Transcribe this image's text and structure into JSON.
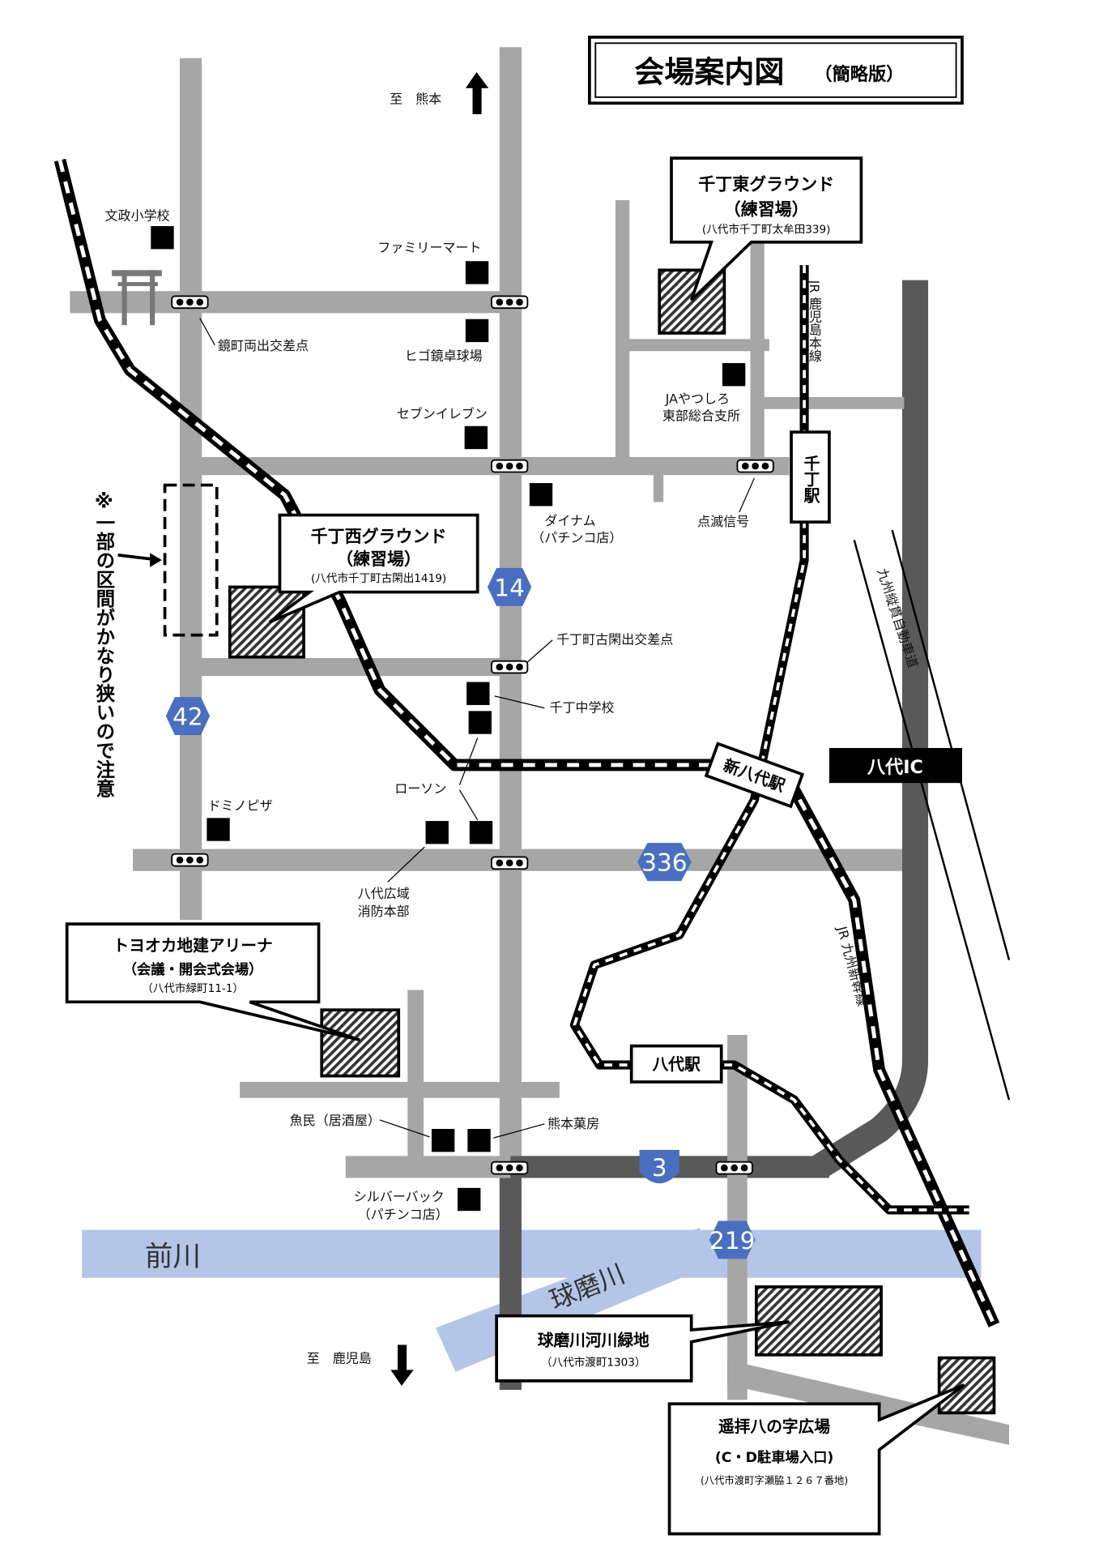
{
  "title": "会場案内図",
  "title_sub": "（簡略版）",
  "direction_north": "至　熊本",
  "direction_south": "至　鹿児島",
  "venues": {
    "east_ground": {
      "name": "千丁東グラウンド",
      "sub": "（練習場）",
      "address": "(八代市千丁町太牟田339)"
    },
    "west_ground": {
      "name": "千丁西グラウンド",
      "sub": "（練習場）",
      "address": "(八代市千丁町古閑出1419)"
    },
    "arena": {
      "name": "トヨオカ地建アリーナ",
      "sub": "（会議・開会式会場）",
      "address": "（八代市緑町11-1）"
    },
    "riverside": {
      "name": "球磨川河川緑地",
      "address": "（八代市渡町1303）"
    },
    "youhai": {
      "name": "遥拝八の字広場",
      "sub": "(C・D駐車場入口)",
      "address": "(八代市渡町字瀬脇１２６７番地)"
    }
  },
  "landmarks": {
    "bunsei": "文政小学校",
    "familymart": "ファミリーマート",
    "kagami_crossing": "鏡町両出交差点",
    "higo": "ヒゴ鏡卓球場",
    "seven": "セブンイレブン",
    "ja1": "JAやつしろ",
    "ja2": "東部総合支所",
    "dynam1": "ダイナム",
    "dynam2": "（パチンコ店）",
    "blinking": "点滅信号",
    "koganede": "千丁町古閑出交差点",
    "junior_high": "千丁中学校",
    "lawson": "ローソン",
    "domino": "ドミノピザ",
    "fire1": "八代広域",
    "fire2": "消防本部",
    "uomin": "魚民（居酒屋）",
    "kumamoto_kashi": "熊本菓房",
    "silver1": "シルバーバック",
    "silver2": "（パチンコ店）"
  },
  "stations": {
    "sencho": "千丁駅",
    "shinyatsushiro": "新八代駅",
    "yatsushiro": "八代駅",
    "ic": "八代IC"
  },
  "lines": {
    "kagoshima": "JR 鹿児島本線",
    "shinkansen": "JR 九州新幹線",
    "expressway": "九州縦貫自動車道"
  },
  "rivers": {
    "maegawa": "前川",
    "kuma": "球磨川"
  },
  "routes": [
    "14",
    "42",
    "336",
    "3",
    "219"
  ],
  "note": "※一部の区間がかなり狭いので注意",
  "colors": {
    "road": "#a6a6a6",
    "major_road": "#595959",
    "river": "#b4c6e7",
    "shield": "#4a6fc0"
  }
}
